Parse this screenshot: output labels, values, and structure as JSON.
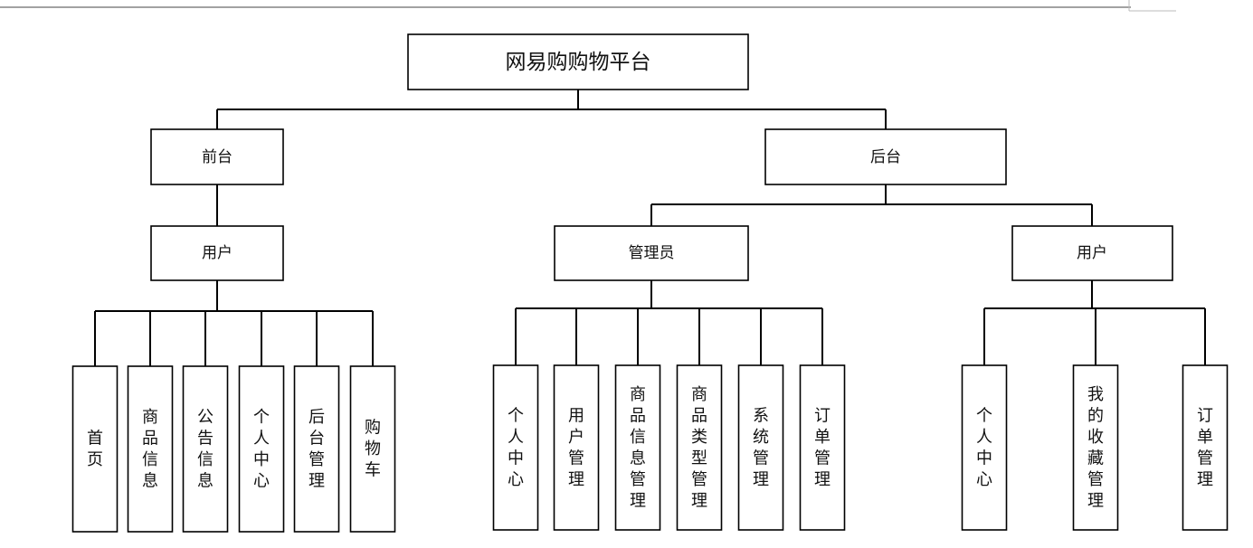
{
  "diagram": {
    "root": {
      "label": "网易购购物平台"
    },
    "front": {
      "label": "前台",
      "user": {
        "label": "用户",
        "items": [
          "首页",
          "商品信息",
          "公告信息",
          "个人中心",
          "后台管理",
          "购物车"
        ]
      }
    },
    "back": {
      "label": "后台",
      "admin": {
        "label": "管理员",
        "items": [
          "个人中心",
          "用户管理",
          "商品信息管理",
          "商品类型管理",
          "系统管理",
          "订单管理"
        ]
      },
      "user": {
        "label": "用户",
        "items": [
          "个人中心",
          "我的收藏管理",
          "订单管理"
        ]
      }
    }
  }
}
